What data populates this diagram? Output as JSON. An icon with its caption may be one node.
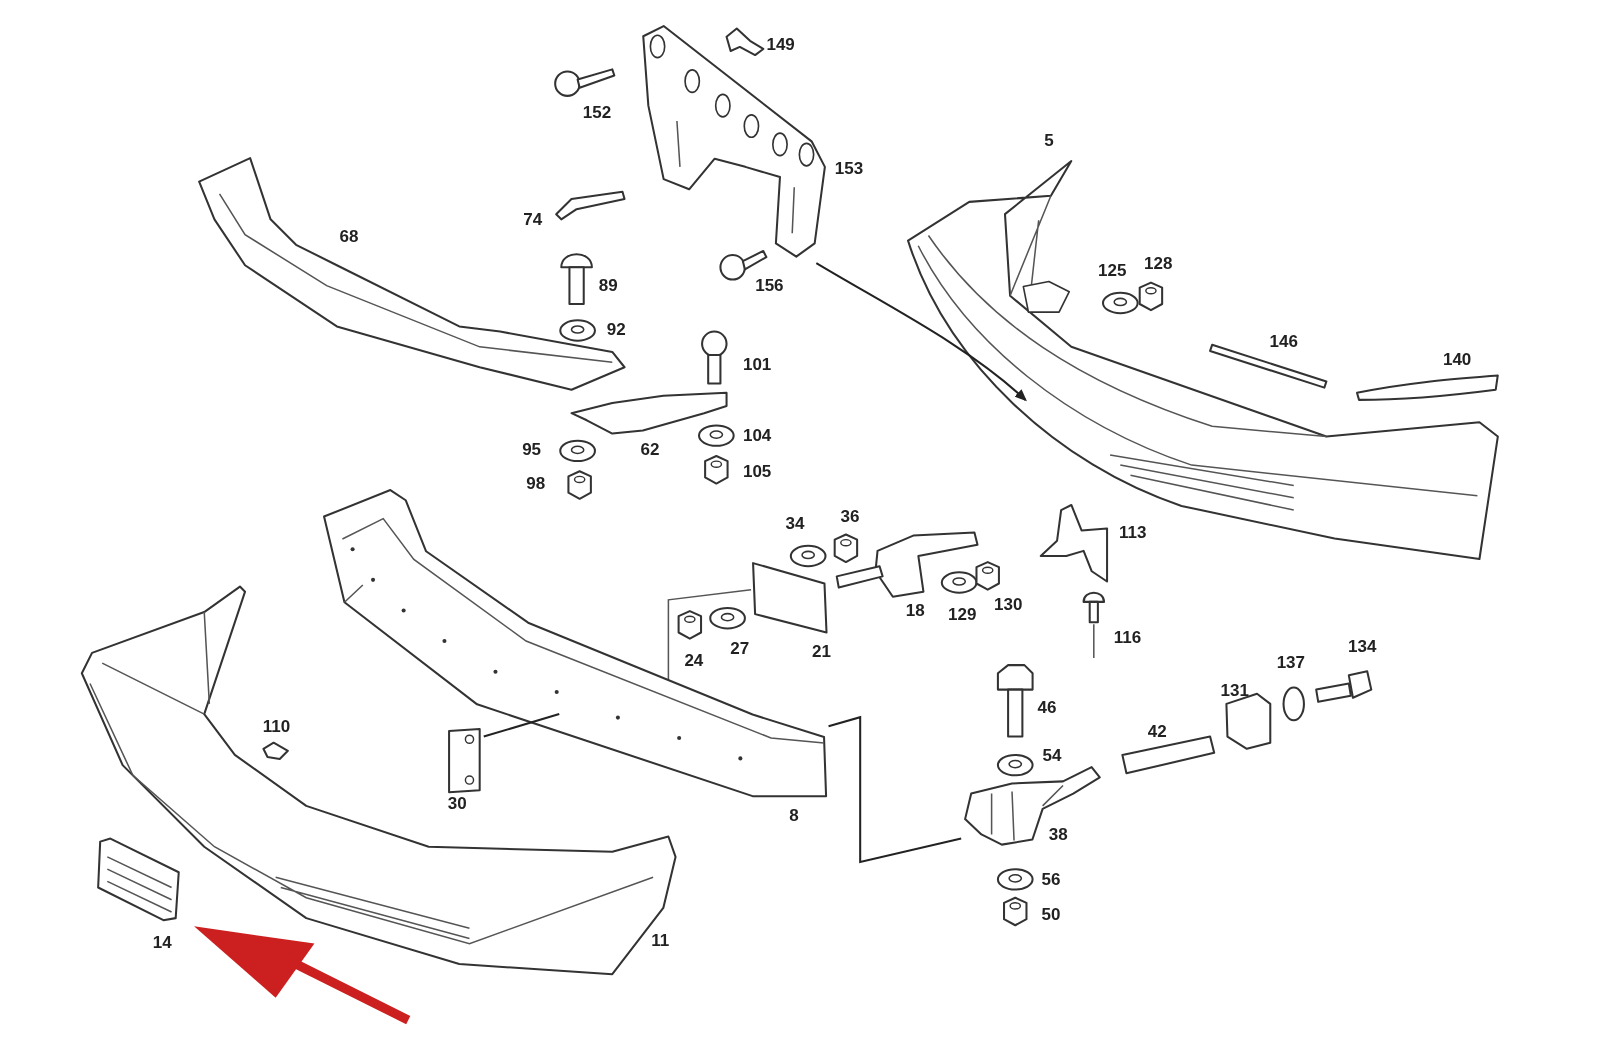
{
  "diagram": {
    "nodes": [
      {
        "text": [],
        "shape": "picture"
      },
      {
        "text": [],
        "shape": "picture"
      },
      {
        "text": [],
        "shape": "picture"
      },
      {
        "text": [],
        "shape": "picture"
      },
      {
        "text": [],
        "shape": "picture"
      }
    ],
    "edges": [
      {
        "from": 0,
        "to": 1,
        "arrow": "to"
      },
      {
        "from": 3,
        "to": 2,
        "arrow": "none"
      },
      {
        "from": 2,
        "to": 4,
        "arrow": "none"
      }
    ],
    "labels": [
      "149",
      "152",
      "153",
      "5",
      "68",
      "74",
      "89",
      "156",
      "125",
      "128",
      "92",
      "146",
      "101",
      "140",
      "95",
      "62",
      "104",
      "105",
      "98",
      "34",
      "36",
      "113",
      "18",
      "129",
      "130",
      "24",
      "27",
      "21",
      "116",
      "134",
      "137",
      "131",
      "46",
      "110",
      "42",
      "54",
      "30",
      "8",
      "38",
      "56",
      "50",
      "14",
      "11"
    ]
  }
}
